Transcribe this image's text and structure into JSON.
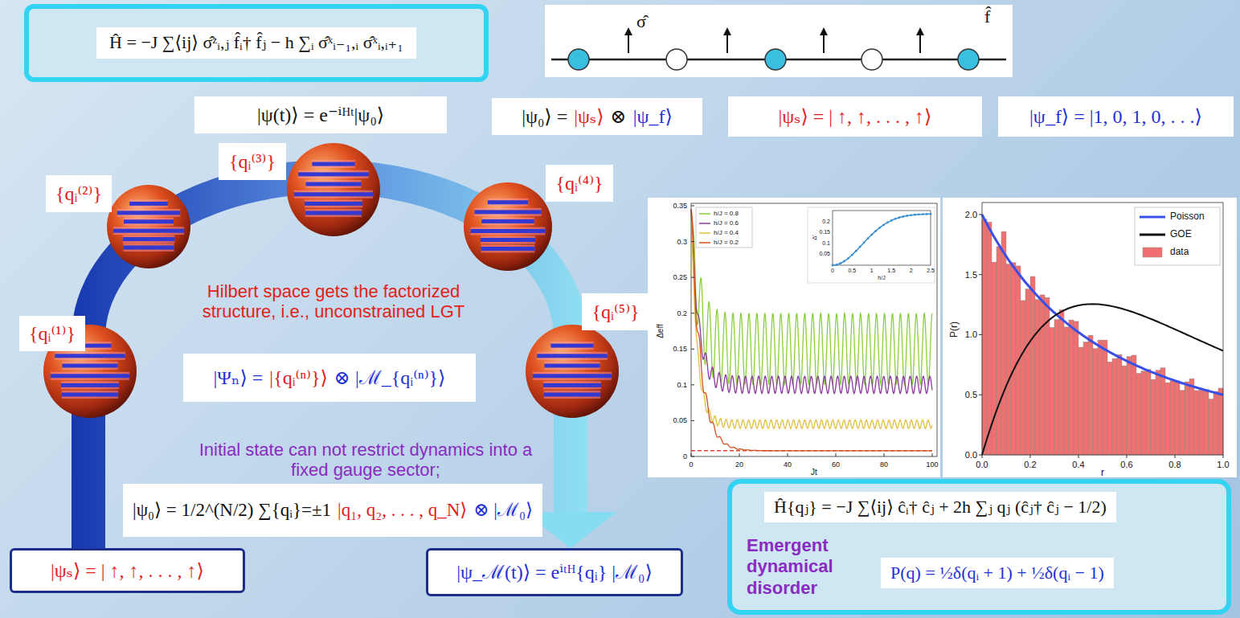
{
  "diagram": {
    "nodes": [
      {
        "text": [
          "Ĥ = −J ∑⟨ij⟩ σ̂ᶻᵢ,ⱼ f̂ᵢ† f̂ⱼ − h ∑ᵢ σ̂ˣᵢ₋₁,ᵢ σ̂ˣᵢ,ᵢ₊₁"
        ]
      },
      {
        "text": [
          "σ̂",
          "f̂"
        ]
      },
      {
        "text": [
          "|ψ(t)⟩ = e⁻ⁱᴴᵗ|ψ₀⟩"
        ]
      },
      {
        "text": [
          "|ψ₀⟩ =",
          "|ψₛ⟩",
          "⊗",
          "|ψ_f⟩"
        ]
      },
      {
        "text": [
          "|ψₛ⟩ = | ↑, ↑, . . . , ↑⟩"
        ]
      },
      {
        "text": [
          "|ψ_f⟩ = |1, 0, 1, 0, . . .⟩"
        ]
      },
      {
        "text": [
          "{qᵢ⁽¹⁾}"
        ]
      },
      {
        "text": [
          "{qᵢ⁽²⁾}"
        ]
      },
      {
        "text": [
          "{qᵢ⁽³⁾}"
        ]
      },
      {
        "text": [
          "{qᵢ⁽⁴⁾}"
        ]
      },
      {
        "text": [
          "{qᵢ⁽⁵⁾}"
        ]
      },
      {
        "text": [
          "|Ψₙ⟩ =",
          "|{qᵢ⁽ⁿ⁾}⟩",
          "⊗ |ℳ_{qᵢ⁽ⁿ⁾}⟩"
        ]
      },
      {
        "text": [
          "|ψ₀⟩ = 1/2^(N/2) ∑{qᵢ}=±1",
          "|q₁, q₂, . . . , q_N⟩",
          "⊗ |ℳ₀⟩"
        ]
      },
      {
        "text": [
          "|ψₛ⟩ = | ↑, ↑, . . . , ↑⟩"
        ]
      },
      {
        "text": [
          "|ψ_ℳ(t)⟩ = eⁱᵗᴴ{qᵢ} |ℳ₀⟩"
        ]
      },
      {
        "text": [
          "Ĥ{qⱼ} = −J ∑⟨ij⟩ ĉᵢ† ĉⱼ + 2h ∑ⱼ qⱼ (ĉⱼ† ĉⱼ − 1/2)",
          "Emergent dynamical disorder",
          "P(q) = ½δ(qᵢ + 1) + ½δ(qᵢ − 1)"
        ]
      }
    ],
    "edges": [
      {
        "from": 13,
        "to": 14,
        "arrow": "to"
      }
    ],
    "labels": [
      "Hilbert space gets the factorized structure, i.e., unconstrained LGT",
      "Initial state can not restrict dynamics into a fixed gauge sector;",
      "0",
      "0.05",
      "0.1",
      "0.15",
      "0.2",
      "0.25",
      "0.3",
      "0.35",
      "0",
      "20",
      "40",
      "60",
      "80",
      "100",
      "Δeff",
      "Jt",
      "0.05",
      "0.1",
      "0.15",
      "0.2",
      "0",
      "0.5",
      "1",
      "1.5",
      "2",
      "2.5",
      "h/J",
      "Δ̄",
      "0.0",
      "0.5",
      "1.0",
      "1.5",
      "2.0",
      "0.0",
      "0.2",
      "0.4",
      "0.6",
      "0.8",
      "1.0",
      "P(r)",
      "r"
    ],
    "legend": [
      {
        "text": "h/J = 0.8"
      },
      {
        "text": "h/J = 0.6"
      },
      {
        "text": "h/J = 0.4"
      },
      {
        "text": "h/J = 0.2"
      },
      {
        "text": "Poisson"
      },
      {
        "text": "GOE"
      },
      {
        "text": "data",
        "color": "#f07070"
      }
    ]
  }
}
